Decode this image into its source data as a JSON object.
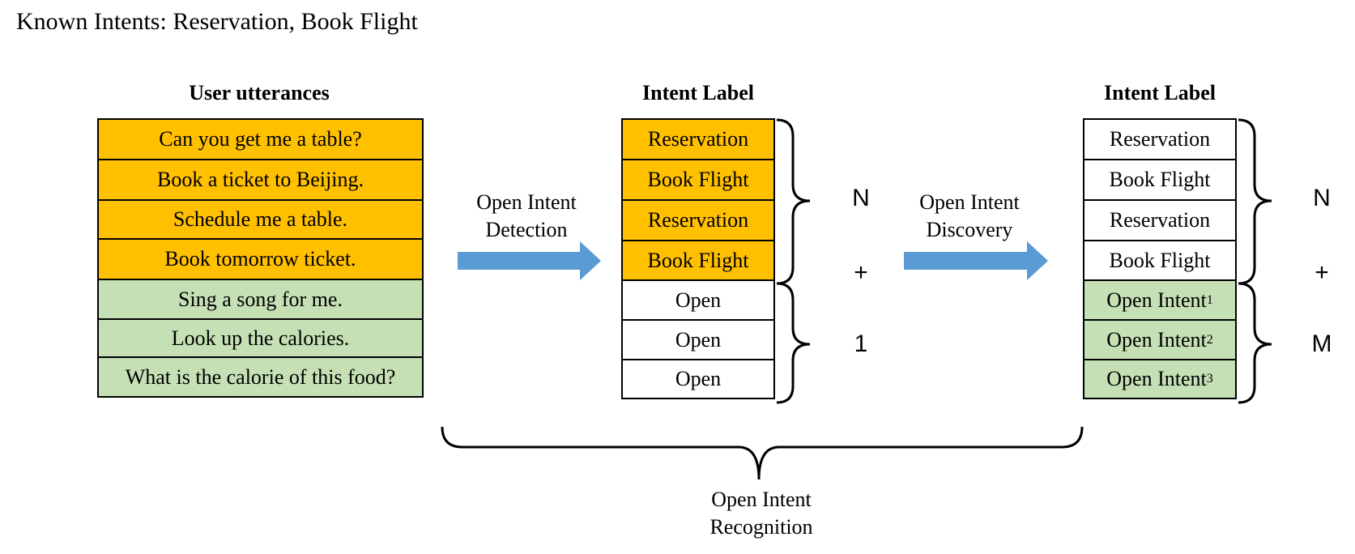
{
  "title": "Known Intents: Reservation, Book Flight",
  "utterances": {
    "header": "User utterances",
    "rows": [
      {
        "text": "Can you get me a table?",
        "kind": "known"
      },
      {
        "text": "Book a ticket to Beijing.",
        "kind": "known"
      },
      {
        "text": "Schedule me a table.",
        "kind": "known"
      },
      {
        "text": "Book tomorrow ticket.",
        "kind": "known"
      },
      {
        "text": "Sing a song for me.",
        "kind": "open"
      },
      {
        "text": "Look up the calories.",
        "kind": "open"
      },
      {
        "text": "What is the calorie of this food?",
        "kind": "open"
      }
    ]
  },
  "detection": {
    "header": "Intent Label",
    "rows": [
      "Reservation",
      "Book Flight",
      "Reservation",
      "Book Flight",
      "Open",
      "Open",
      "Open"
    ],
    "brace_top": "N",
    "plus": "+",
    "brace_bottom": "1"
  },
  "discovery": {
    "header": "Intent Label",
    "rows": [
      "Reservation",
      "Book Flight",
      "Reservation",
      "Book Flight"
    ],
    "open_rows": [
      {
        "text": "Open Intent",
        "sub": "1"
      },
      {
        "text": "Open Intent",
        "sub": "2"
      },
      {
        "text": "Open Intent",
        "sub": "3"
      }
    ],
    "brace_top": "N",
    "plus": "+",
    "brace_bottom": "M"
  },
  "arrows": {
    "detection_line1": "Open Intent",
    "detection_line2": "Detection",
    "discovery_line1": "Open Intent",
    "discovery_line2": "Discovery"
  },
  "recognition": {
    "line1": "Open Intent",
    "line2": "Recognition"
  },
  "colors": {
    "known": "#FFC000",
    "open": "#C5E0B4",
    "arrow": "#5B9BD5"
  }
}
